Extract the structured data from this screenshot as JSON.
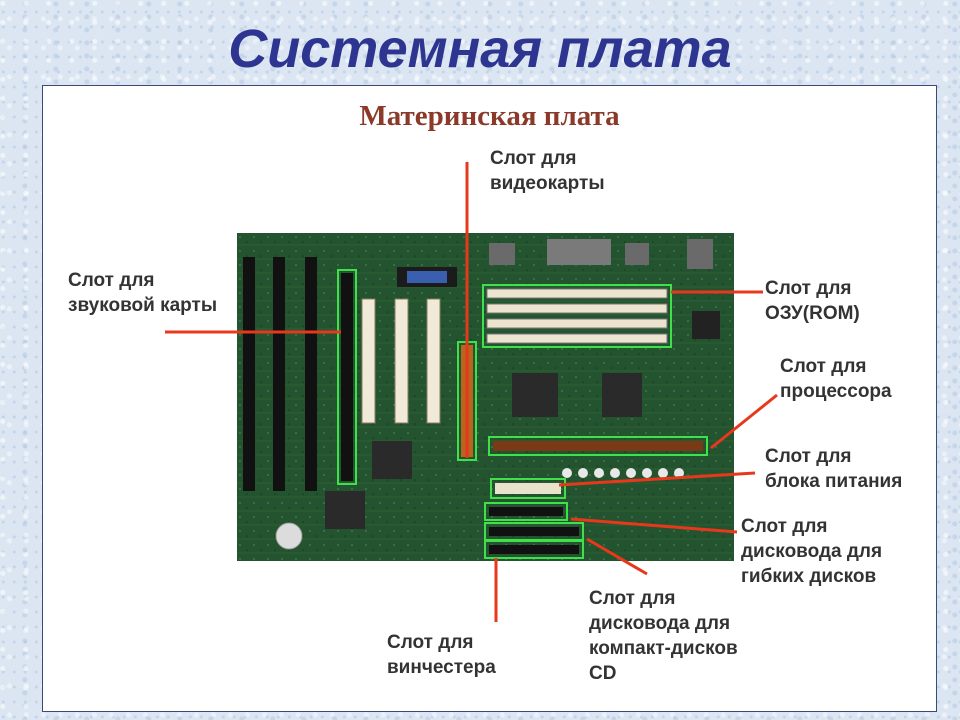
{
  "slide": {
    "title": "Системная плата"
  },
  "figure": {
    "title": "Материнская плата"
  },
  "callouts": {
    "video": [
      "Слот для",
      "видеокарты"
    ],
    "sound": [
      "Слот для",
      "звуковой карты"
    ],
    "ram": [
      "Слот для",
      "ОЗУ(ROM)"
    ],
    "cpu": [
      "Слот для",
      "процессора"
    ],
    "power": [
      "Слот для",
      "блока питания"
    ],
    "floppy": [
      "Слот для",
      "дисковода для",
      "гибких дисков"
    ],
    "cdrom": [
      "Слот для",
      "дисковода для",
      "компакт-дисков",
      "CD"
    ],
    "hdd": [
      "Слот для",
      "винчестера"
    ]
  },
  "colors": {
    "title_blue": "#2e3590",
    "figure_title_brown": "#8b3a2a",
    "leader_red": "#e8381c",
    "highlight_green": "#3fe04a",
    "pcb_green": "#1f4a2a"
  }
}
